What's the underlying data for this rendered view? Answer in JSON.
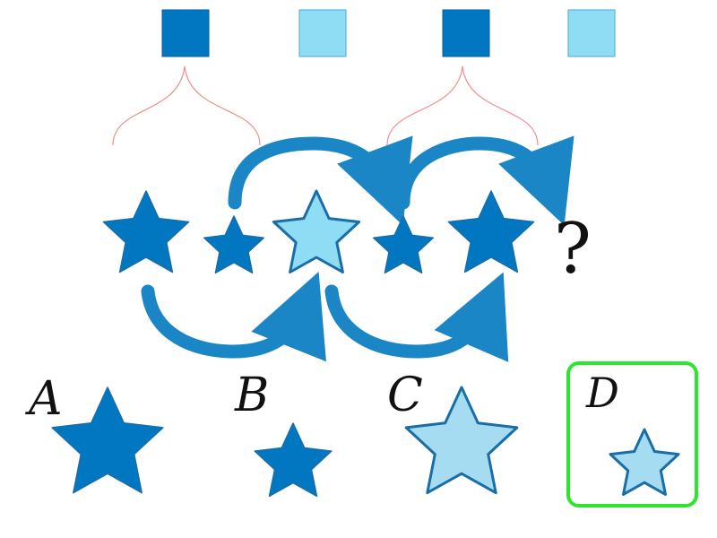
{
  "colors": {
    "dark_blue": "#0077c0",
    "light_blue": "#8fdcf5",
    "light_blue_answer": "#a6dcf2",
    "outline_blue": "#1a6ea8",
    "arrow_blue": "#1b86c6",
    "brace_red": "#f08f8f",
    "answer_box_green": "#2ee52e"
  },
  "top_squares": [
    {
      "color": "dark"
    },
    {
      "color": "light"
    },
    {
      "color": "dark"
    },
    {
      "color": "light"
    }
  ],
  "sequence_stars": [
    {
      "size": "big",
      "color": "dark"
    },
    {
      "size": "small",
      "color": "dark"
    },
    {
      "size": "big",
      "color": "light"
    },
    {
      "size": "small",
      "color": "dark"
    },
    {
      "size": "big",
      "color": "dark"
    }
  ],
  "question_mark": "?",
  "options": [
    {
      "label": "A",
      "size": "big",
      "color": "dark",
      "selected": false
    },
    {
      "label": "B",
      "size": "small",
      "color": "dark",
      "selected": false
    },
    {
      "label": "C",
      "size": "big",
      "color": "light",
      "selected": false
    },
    {
      "label": "D",
      "size": "small",
      "color": "light",
      "selected": true
    }
  ]
}
